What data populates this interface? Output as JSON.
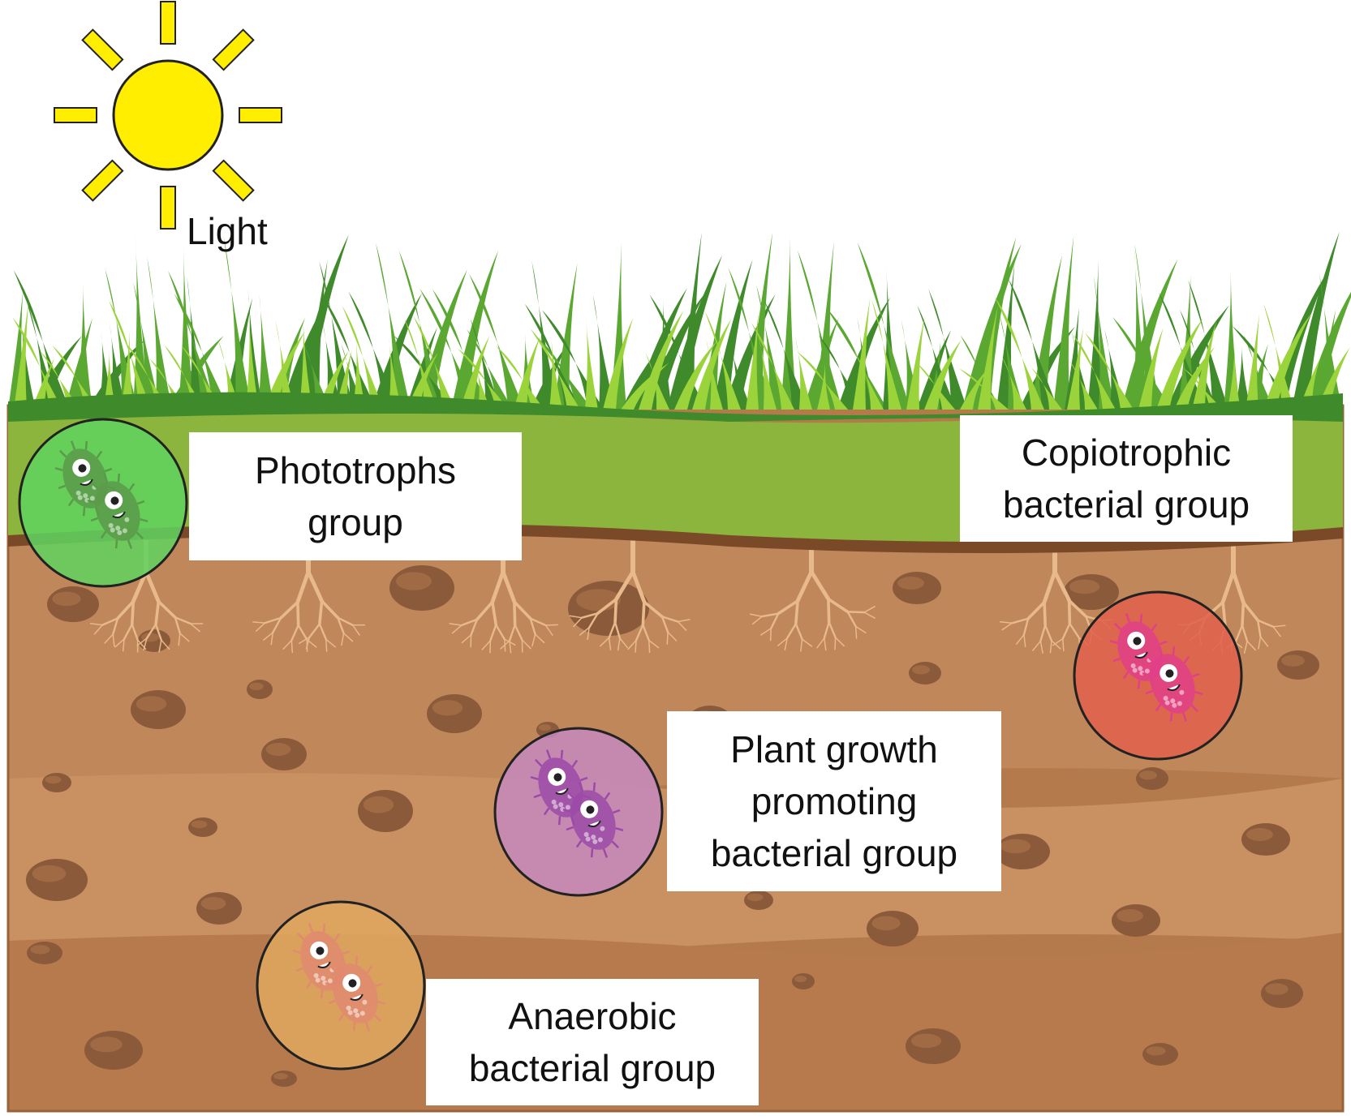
{
  "sun": {
    "label": "Light",
    "color": "#ffee00"
  },
  "colors": {
    "grass_dark": "#3f8a2a",
    "grass_light": "#9bd43a",
    "topsoil": "#8bb53c",
    "soil": "#b57a4c",
    "root": "#e8b98a",
    "rock": "#8a5a3a"
  },
  "groups": [
    {
      "id": "phototrophs",
      "lines": [
        "Phototrophs",
        "group"
      ],
      "circle_color": "#5fd35f",
      "bacteria_color": "#5a9a4a",
      "icon": "green-bacteria-icon"
    },
    {
      "id": "copiotrophic",
      "lines": [
        "Copiotrophic",
        "bacterial group"
      ],
      "circle_color": "#e0604c",
      "bacteria_color": "#e0408a",
      "icon": "pink-bacteria-icon"
    },
    {
      "id": "pgp",
      "lines": [
        "Plant growth",
        "promoting",
        "bacterial group"
      ],
      "circle_color": "#c58ac0",
      "bacteria_color": "#9b4aa8",
      "icon": "purple-bacteria-icon"
    },
    {
      "id": "anaerobic",
      "lines": [
        "Anaerobic",
        "bacterial group"
      ],
      "circle_color": "#e0a860",
      "bacteria_color": "#e08a70",
      "icon": "orange-bacteria-icon"
    }
  ]
}
